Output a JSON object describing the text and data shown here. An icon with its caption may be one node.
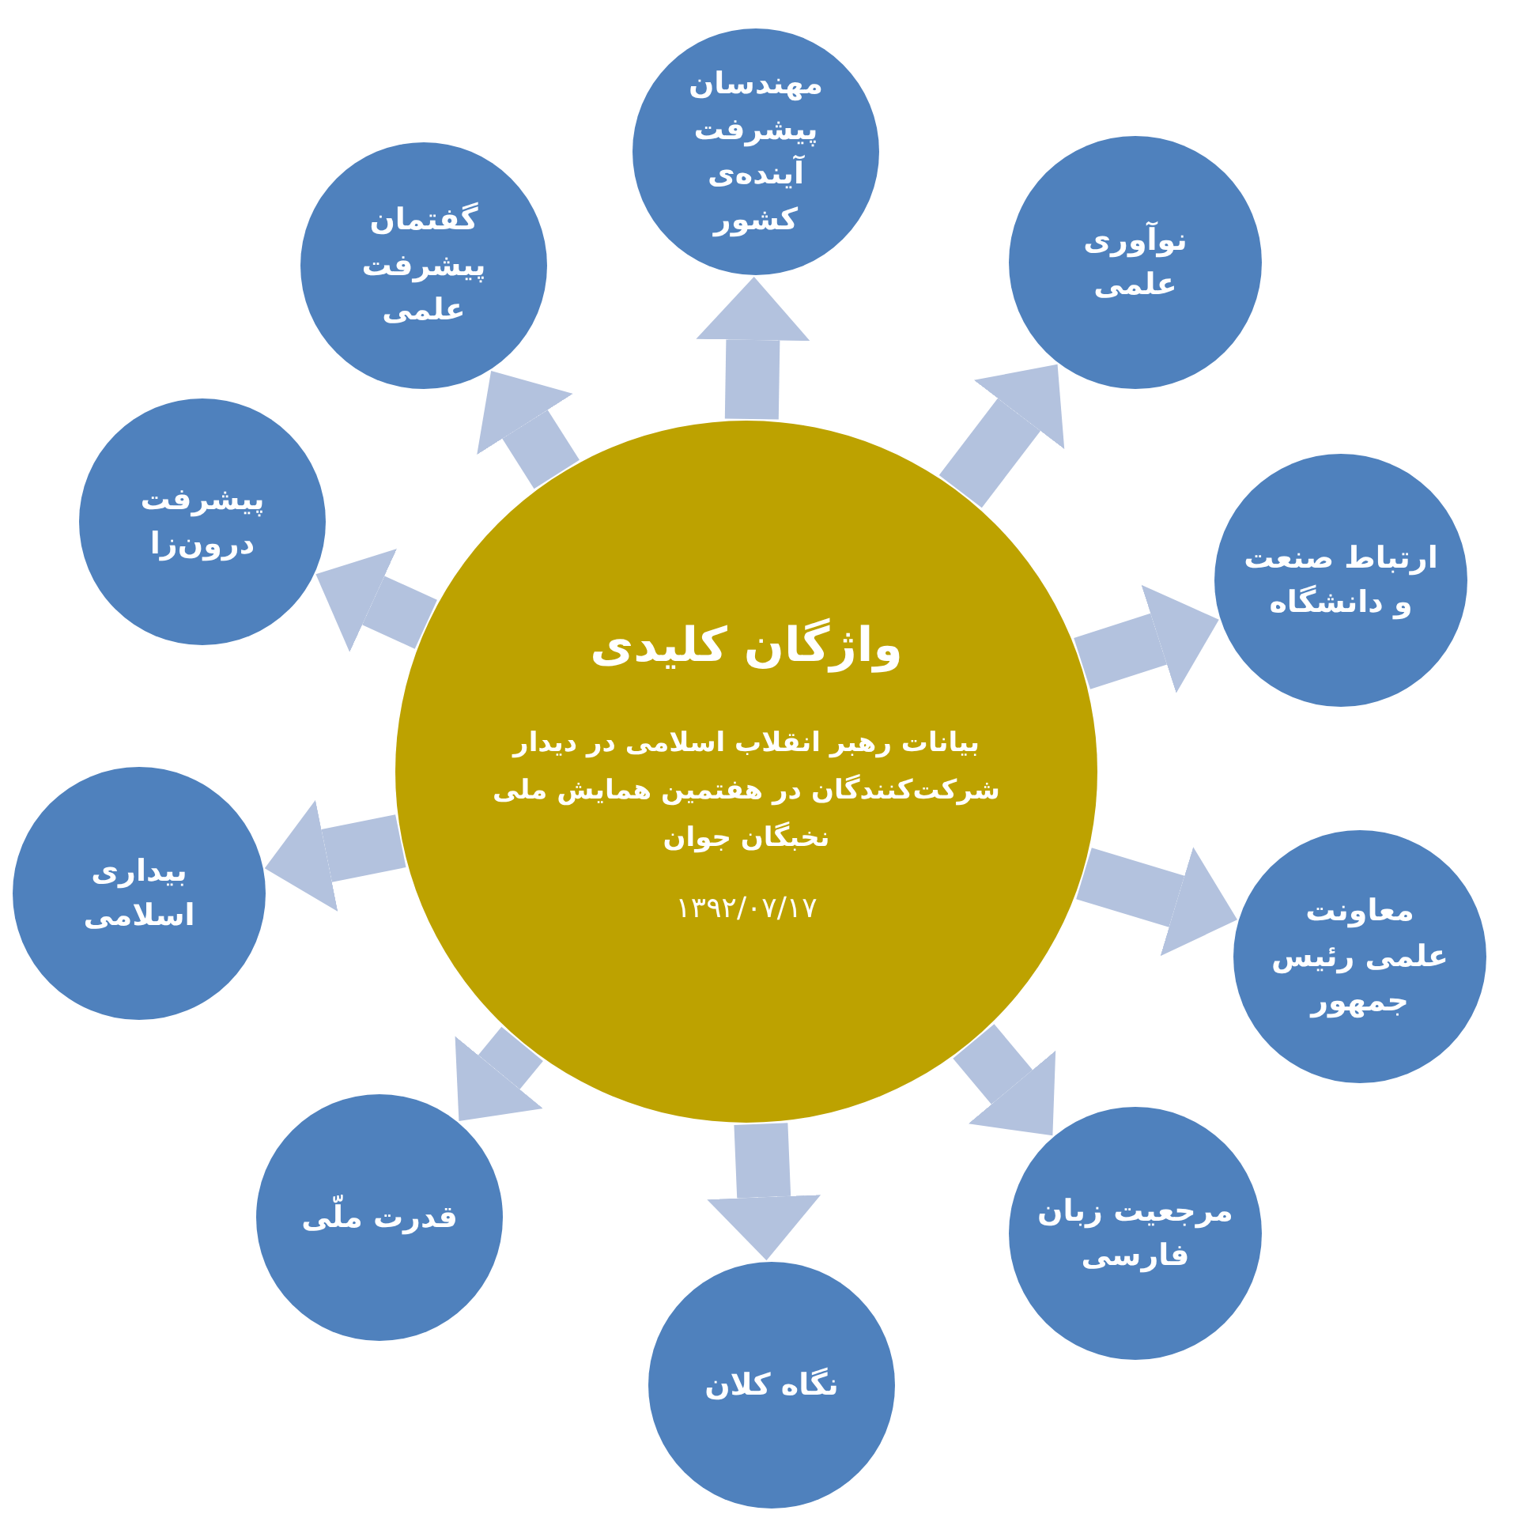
{
  "diagram": {
    "nodes": [
      {
        "text": [
          "واژگان کلیدی",
          "بیانات رهبر انقلاب اسلامی در دیدار شرکت‌کنندگان در هفتمین همایش ملی نخبگان جوان",
          "۱۳۹۲/۰۷/۱۷"
        ]
      },
      {
        "text": [
          "مهندسان پیشرفت آینده‌ی کشور"
        ]
      },
      {
        "text": [
          "نوآوری علمی"
        ]
      },
      {
        "text": [
          "ارتباط صنعت و دانشگاه"
        ]
      },
      {
        "text": [
          "معاونت علمی رئیس جمهور"
        ]
      },
      {
        "text": [
          "مرجعیت زبان فارسی"
        ]
      },
      {
        "text": [
          "نگاه کلان"
        ]
      },
      {
        "text": [
          "قدرت ملّی"
        ]
      },
      {
        "text": [
          "بیداری اسلامی"
        ]
      },
      {
        "text": [
          "پیشرفت درون‌زا"
        ]
      },
      {
        "text": [
          "گفتمان پیشرفت علمی"
        ]
      }
    ],
    "edges": [
      {
        "from": 0,
        "to": 1,
        "arrow": "to"
      },
      {
        "from": 0,
        "to": 2,
        "arrow": "to"
      },
      {
        "from": 0,
        "to": 3,
        "arrow": "to"
      },
      {
        "from": 0,
        "to": 4,
        "arrow": "to"
      },
      {
        "from": 0,
        "to": 5,
        "arrow": "to"
      },
      {
        "from": 0,
        "to": 6,
        "arrow": "to"
      },
      {
        "from": 0,
        "to": 7,
        "arrow": "to"
      },
      {
        "from": 0,
        "to": 8,
        "arrow": "to"
      },
      {
        "from": 0,
        "to": 9,
        "arrow": "to"
      },
      {
        "from": 0,
        "to": 10,
        "arrow": "to"
      }
    ]
  }
}
